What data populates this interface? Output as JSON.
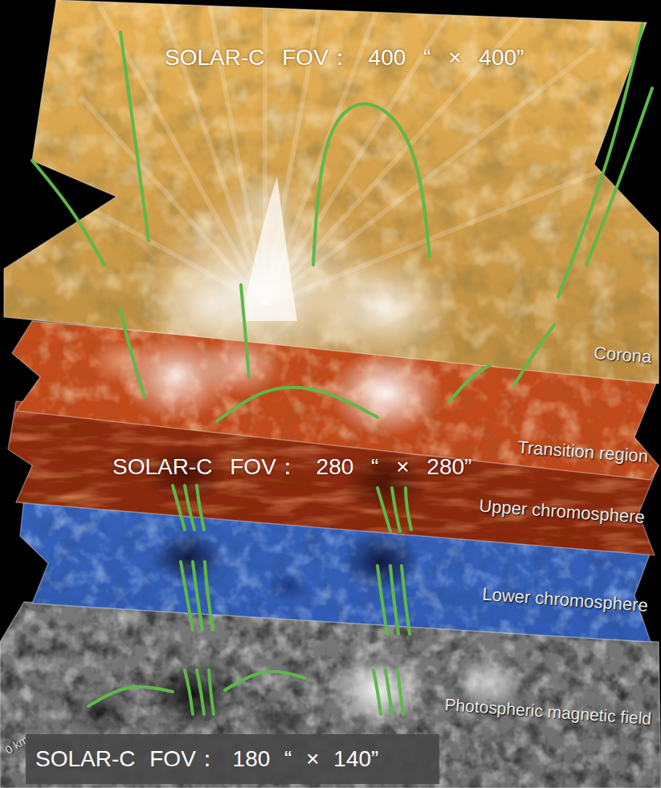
{
  "diagram": {
    "nodes": [
      {
        "text": [
          "SOLAR-C FOV： 180 “ × 140”"
        ]
      }
    ],
    "labels": [
      "SOLAR-C FOV： 400 “ × 400”",
      "Corona",
      "Transition region",
      "SOLAR-C FOV： 280 “ × 280”",
      "Upper chromosphere",
      "Lower chromosphere",
      "0 km",
      "Photospheric magnetic field"
    ]
  }
}
